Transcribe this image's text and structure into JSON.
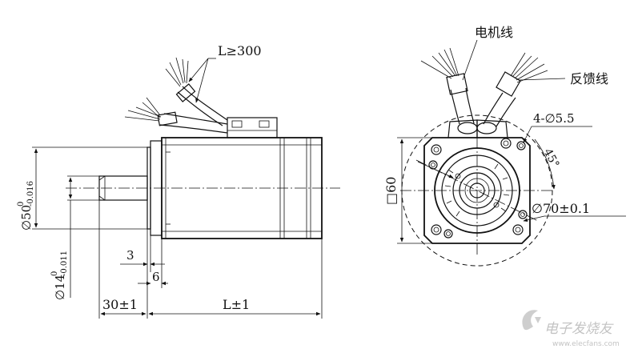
{
  "labels": {
    "cable_length": "L≥300",
    "motor_cable": "电机线",
    "feedback_cable": "反馈线",
    "mount_holes": "4-∅5.5",
    "angle": "45°",
    "flange_square": "□60",
    "bolt_circle": "∅70±0.1",
    "spigot_dia_main": "∅50",
    "spigot_dia_upper": "0",
    "spigot_dia_lower": "-0.016",
    "shaft_dia_main": "∅14",
    "shaft_dia_upper": "0",
    "shaft_dia_lower": "-0.011",
    "dim_3": "3",
    "dim_6": "6",
    "shaft_length": "30±1",
    "body_length": "L±1"
  },
  "watermark": {
    "brand": "电子发烧友",
    "url": "www.elecfans.com"
  }
}
